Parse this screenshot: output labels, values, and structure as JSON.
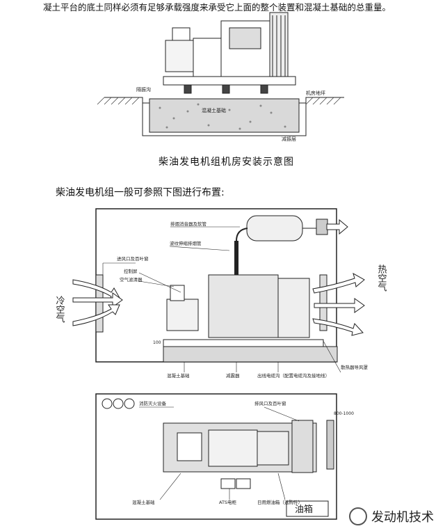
{
  "intro_text": "凝土平台的底土同样必须有足够承载强度来承受它上面的整个装置和混凝土基础的总重量。",
  "figure1": {
    "caption": "柴油发电机组机房安装示意图",
    "labels": {
      "vibration_trench": "隔振沟",
      "floor": "机房地坪",
      "concrete_base": "混凝土基础",
      "damping_layer": "减振层"
    }
  },
  "paragraph2": "柴油发电机组一般可参照下图进行布置:",
  "figure2": {
    "labels": {
      "exhaust_muffler": "排烟消音器及软管",
      "exhaust_pipe": "波纹伸缩排烟管",
      "inlet_louver": "进风口及百叶窗",
      "control_panel": "控制屏",
      "air_filter": "空气滤清器",
      "cold_air": "冷空气",
      "hot_air": "热空气",
      "height_mark": "100",
      "concrete_base": "混凝土基础",
      "damper": "减震器",
      "cable_trench": "出线电缆沟（配置电缆沟及接地线）",
      "radiator_duct": "散热器导风罩"
    }
  },
  "figure3": {
    "labels": {
      "fire_equipment": "消防灭火设备",
      "exhaust_louver": "排风口及百叶窗",
      "dimension": "800-1000",
      "concrete_base": "混凝土基础",
      "control_cabinet": "ATS电柜",
      "day_tank": "日用燃油箱（选购件）",
      "fuel_tank": "油箱"
    }
  },
  "watermark": "发动机技术"
}
